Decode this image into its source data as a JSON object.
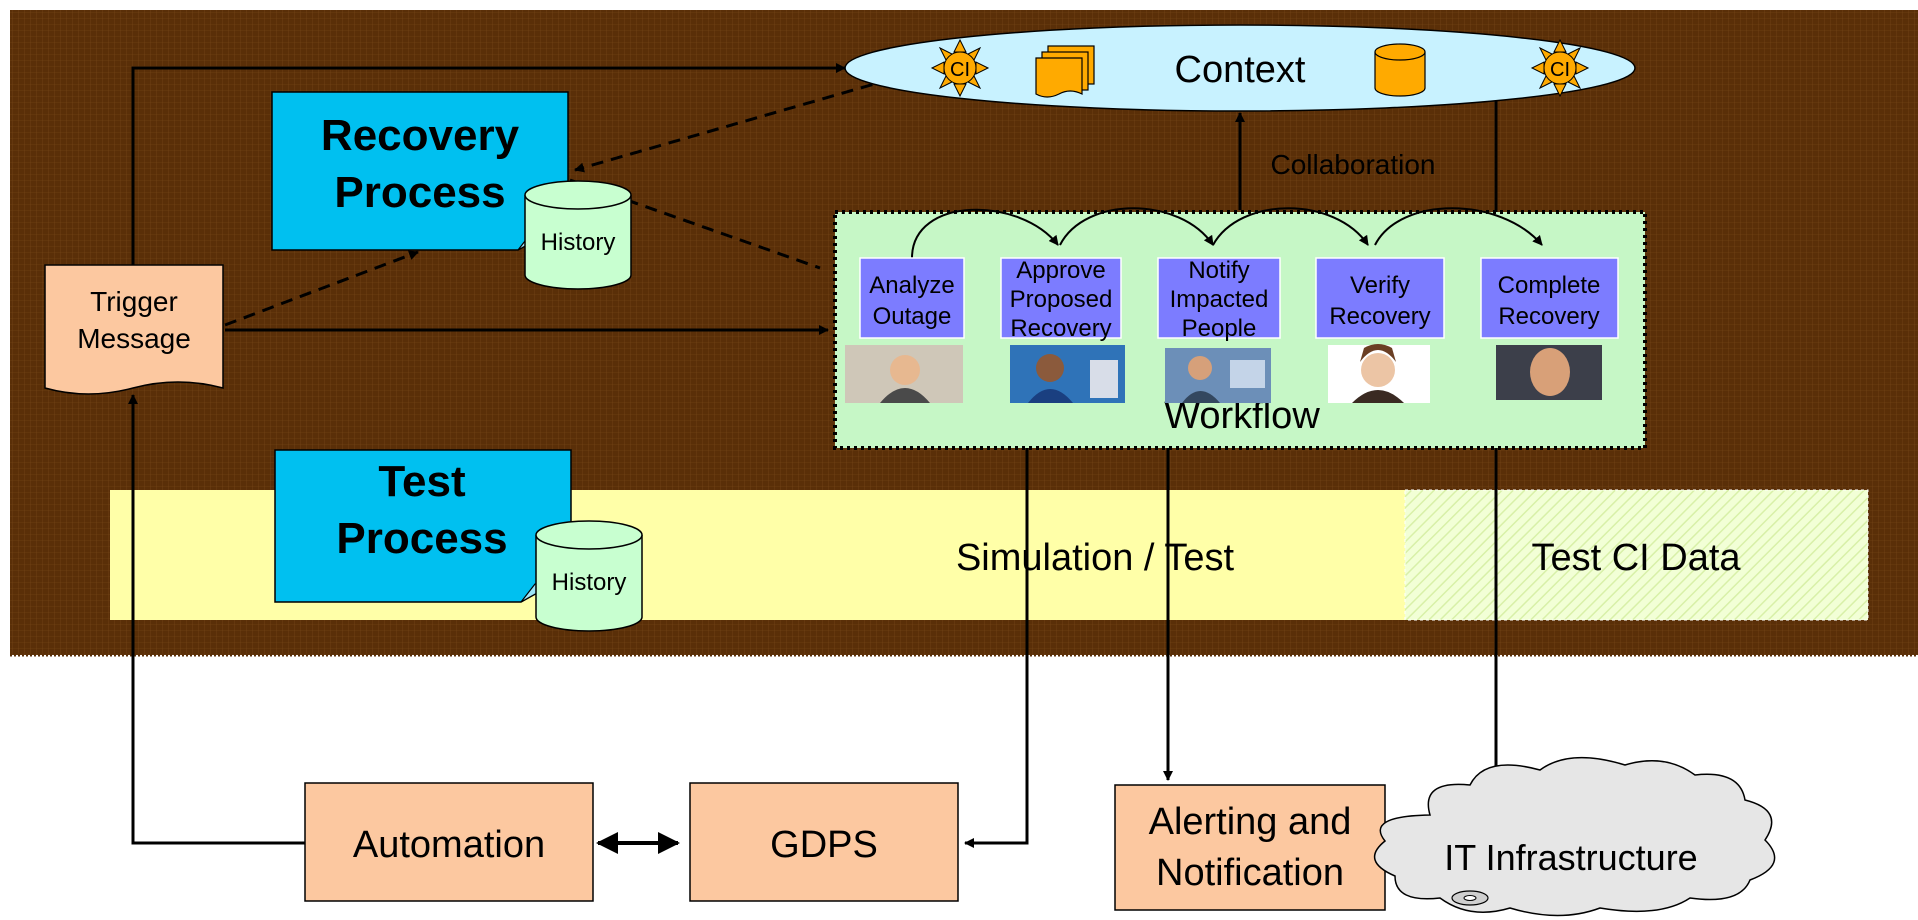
{
  "colors": {
    "background": "#5a2f08",
    "panel_grid": "#8a5a2a",
    "context_cloud": "#c8f2ff",
    "process_box": "#00c0f0",
    "history_db": "#c8ffd0",
    "workflow_bg": "#c6f7c6",
    "step_box": "#7c7cff",
    "simulation_bar": "#ffffa8",
    "test_ci_bar": "#efffd0",
    "orange_box": "#fcc8a0",
    "ci_icon": "#ffaa00"
  },
  "context": {
    "label": "Context",
    "ci_badge": "CI"
  },
  "collaboration": {
    "label": "Collaboration"
  },
  "recovery_process": {
    "line1": "Recovery",
    "line2": "Process",
    "history": "History"
  },
  "test_process": {
    "line1": "Test",
    "line2": "Process",
    "history": "History"
  },
  "trigger": {
    "line1": "Trigger",
    "line2": "Message"
  },
  "workflow": {
    "label": "Workflow",
    "steps": [
      {
        "lines": [
          "Analyze",
          "Outage"
        ]
      },
      {
        "lines": [
          "Approve",
          "Proposed",
          "Recovery"
        ]
      },
      {
        "lines": [
          "Notify",
          "Impacted",
          "People"
        ]
      },
      {
        "lines": [
          "Verify",
          "Recovery"
        ]
      },
      {
        "lines": [
          "Complete",
          "Recovery"
        ]
      }
    ]
  },
  "simulation": {
    "label": "Simulation / Test"
  },
  "test_ci": {
    "label": "Test CI Data"
  },
  "automation": {
    "label": "Automation"
  },
  "gdps": {
    "label": "GDPS"
  },
  "alerting": {
    "line1": "Alerting and",
    "line2": "Notification"
  },
  "infrastructure": {
    "label": "IT Infrastructure"
  }
}
